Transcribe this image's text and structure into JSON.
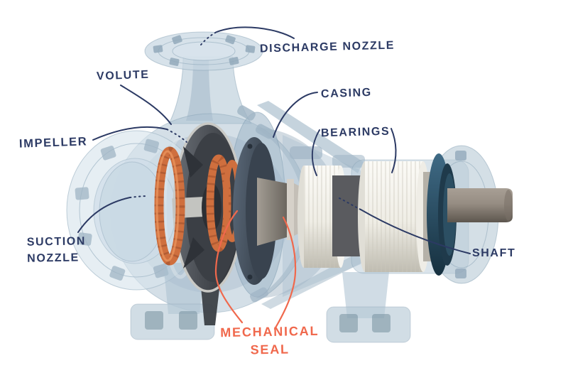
{
  "figure": {
    "type": "annotated-cutaway-diagram",
    "subject": "centrifugal-pump",
    "labels": {
      "discharge_nozzle": {
        "text": "DISCHARGE NOZZLE"
      },
      "volute": {
        "text": "VOLUTE"
      },
      "casing": {
        "text": "CASING"
      },
      "impeller": {
        "text": "IMPELLER"
      },
      "bearings": {
        "text": "BEARINGS"
      },
      "suction_nozzle": {
        "line1": "SUCTION",
        "line2": "NOZZLE"
      },
      "shaft": {
        "text": "SHAFT"
      },
      "mechanical_seal": {
        "line1": "MECHANICAL",
        "line2": "SEAL"
      }
    },
    "colors": {
      "background": "#ffffff",
      "label-navy": "#2c3a64",
      "accent-coral": "#f0684c",
      "casing-blue": "#aec3d2",
      "flange-light": "#d7e3ec",
      "bolt-steel": "#8fa6b8",
      "seal-orange": "#cf6f3e",
      "impeller-dark": "#46494e",
      "bearing-white": "#f1efe9",
      "shaft-gray": "#8f867d",
      "teal-dark": "#2e4d61"
    }
  }
}
